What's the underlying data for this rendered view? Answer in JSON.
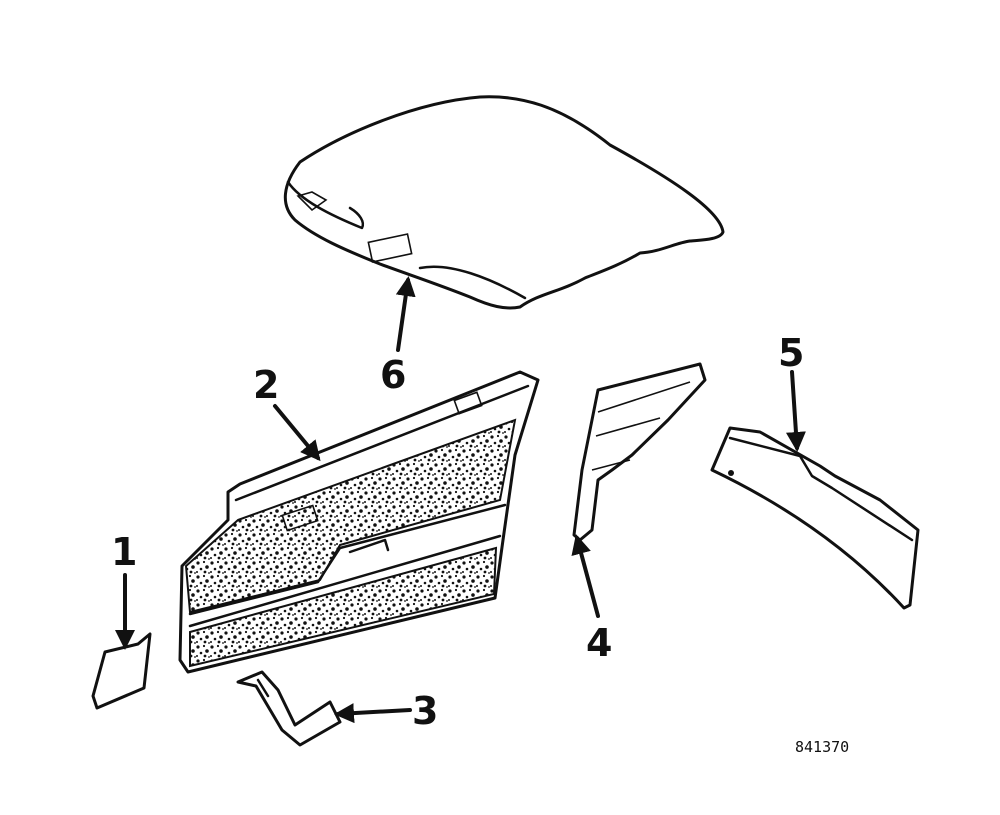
{
  "callouts": {
    "c1": "1",
    "c2": "2",
    "c3": "3",
    "c4": "4",
    "c5": "5",
    "c6": "6"
  },
  "drawing_code": "841370"
}
